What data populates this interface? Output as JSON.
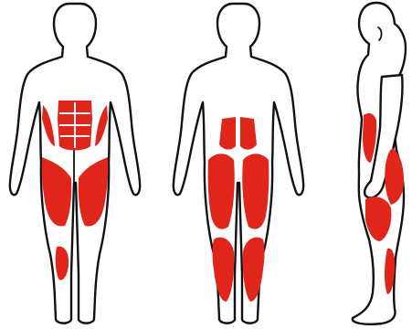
{
  "figure": {
    "views": [
      {
        "name": "front",
        "highlighted_groups": [
          "abdominals",
          "obliques",
          "quadriceps",
          "tibialis-anterior"
        ]
      },
      {
        "name": "back",
        "highlighted_groups": [
          "gluteus",
          "hamstrings",
          "calves"
        ]
      },
      {
        "name": "side",
        "highlighted_groups": [
          "obliques",
          "gluteus",
          "hamstrings",
          "calves"
        ]
      }
    ]
  },
  "colors": {
    "muscle": "#e0251b",
    "outline": "#111111",
    "background": "#ffffff"
  }
}
